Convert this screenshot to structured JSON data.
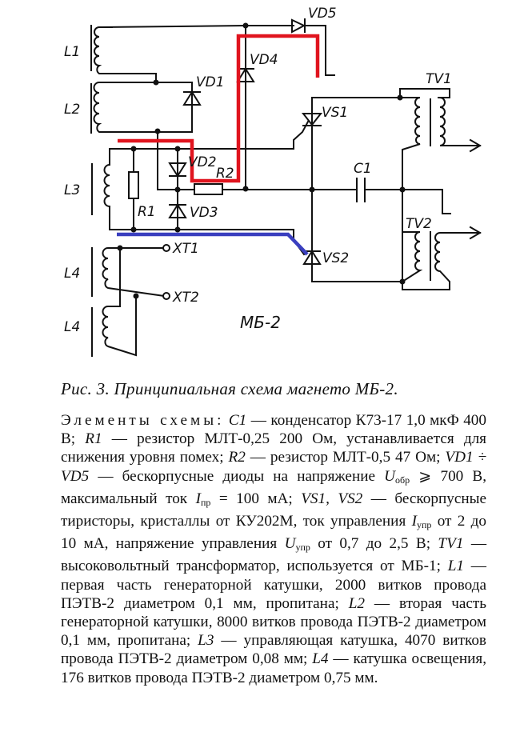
{
  "schematic": {
    "title_label": "МБ-2",
    "labels": {
      "L1": "L1",
      "L2": "L2",
      "L3": "L3",
      "L4a": "L4",
      "L4b": "L4",
      "VD1": "VD1",
      "VD2": "VD2",
      "VD3": "VD3",
      "VD4": "VD4",
      "VD5": "VD5",
      "R1": "R1",
      "R2": "R2",
      "C1": "C1",
      "VS1": "VS1",
      "VS2": "VS2",
      "TV1": "TV1",
      "TV2": "TV2",
      "XT1": "XT1",
      "XT2": "XT2"
    },
    "highlight_colors": {
      "red": "#e0141e",
      "blue": "#3a3fbf"
    }
  },
  "caption": "Рис. 3. Принципиальная схема магнето МБ-2.",
  "description": {
    "intro": "Элементы схемы:",
    "items": [
      {
        "ref": "C1",
        "text": " — конденсатор К73-17 1,0 мкФ 400 В; "
      },
      {
        "ref": "R1",
        "text": " — резистор МЛТ-0,25 200 Ом, устанавливается для снижения уровня помех; "
      },
      {
        "ref": "R2",
        "text": " — резистор МЛТ-0,5 47 Ом; "
      },
      {
        "ref": "VD1 ÷ VD5",
        "text": " — бескорпусные диоды на напряжение U"
      },
      {
        "ref": "VS1, VS2",
        "text": " — бескорпусные тиристоры, кристаллы от КУ202М, ток управления I"
      },
      {
        "ref": "TV1",
        "text": " — высоковольтный трансформатор, используется от МБ-1; "
      },
      {
        "ref": "L1",
        "text": " — первая часть генераторной катушки, 2000 витков провода ПЭТВ-2 диаметром 0,1 мм, пропитана; "
      },
      {
        "ref": "L2",
        "text": " — вторая часть генераторной катушки, 8000 витков провода ПЭТВ-2 диаметром 0,1 мм, пропитана; "
      },
      {
        "ref": "L3",
        "text": " — управляющая катушка, 4070 витков провода ПЭТВ-2 диаметром 0,08 мм; "
      },
      {
        "ref": "L4",
        "text": " — катушка освещения, 176 витков провода ПЭТВ-2 диаметром 0,75 мм."
      }
    ],
    "segments": {
      "s1": " — конденсатор К73-17 1,0 мкФ 400 В; ",
      "s2": " — резистор МЛТ-0,25 200 Ом, устанавливается для снижения уровня помех; ",
      "s3": " — резистор МЛТ-0,5 47 Ом; ",
      "s4a": " — бескорпусные диоды на напряжение ",
      "u_obr_sym": "U",
      "u_obr_sub": "обр",
      "s4b": " ⩾ 700 В, максимальный ток ",
      "i_pr_sym": "I",
      "i_pr_sub": "пр",
      "s4c": " = 100 мА; ",
      "s5a": " — бескорпусные тиристоры, кристаллы от КУ202М, ток управления ",
      "i_upr_sym": "I",
      "i_upr_sub": "упр",
      "s5b": " от 2 до 10 мА, напряжение управления ",
      "u_upr_sym": "U",
      "u_upr_sub": "упр",
      "s5c": " от 0,7 до 2,5 В; ",
      "s6": " — высоковольтный трансформатор, используется от МБ-1; ",
      "s7": " — первая часть генераторной катушки, 2000 витков провода ПЭТВ-2 диаметром 0,1 мм, пропитана; ",
      "s8": " — вторая часть генераторной катушки, 8000 витков провода ПЭТВ-2 диаметром 0,1 мм, пропитана; ",
      "s9": " — управляющая катушка, 4070 витков провода ПЭТВ-2 диаметром 0,08 мм; ",
      "s10": " — катушка освещения, 176 витков провода ПЭТВ-2 диаметром 0,75 мм.",
      "r1": "C1",
      "r2": "R1",
      "r3": "R2",
      "r4": "VD1 ÷ VD5",
      "r5": "VS1, VS2",
      "r6": "TV1",
      "r7": "L1",
      "r8": "L2",
      "r9": "L3",
      "r10": "L4"
    }
  }
}
